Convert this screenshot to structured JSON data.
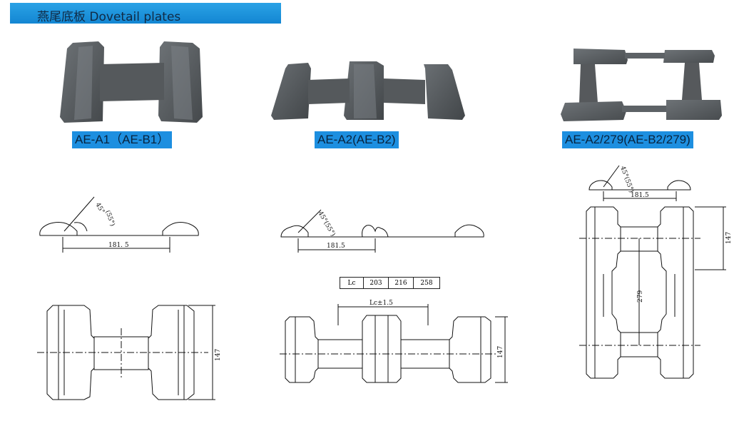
{
  "header": {
    "title": "燕尾底板 Dovetail plates"
  },
  "products": [
    {
      "label": "AE-A1（AE-B1）",
      "photo_icon": "dovetail-plate-single-photo",
      "profile": {
        "angle": "45°",
        "angle_alt": "(55°)",
        "width": "181. 5"
      },
      "plan": {
        "length": "147"
      }
    },
    {
      "label": "AE-A2(AE-B2)",
      "photo_icon": "dovetail-plate-double-photo",
      "profile": {
        "angle": "45°(55°)",
        "width": "181.5"
      },
      "plan": {
        "length": "147",
        "center_distance": "Lc±1.5",
        "lc_table": {
          "header": "Lc",
          "values": [
            "203",
            "216",
            "258"
          ]
        }
      }
    },
    {
      "label": "AE-A2/279(AE-B2/279)",
      "photo_icon": "dovetail-plate-long-photo",
      "profile": {
        "angle": "45°(55°)",
        "width": "181.5"
      },
      "plan": {
        "length": "147",
        "span": "279"
      }
    }
  ],
  "colors": {
    "title_bar": "#1d8fe0",
    "label_bg": "#1d8fe0",
    "steel": "#5d6266"
  }
}
